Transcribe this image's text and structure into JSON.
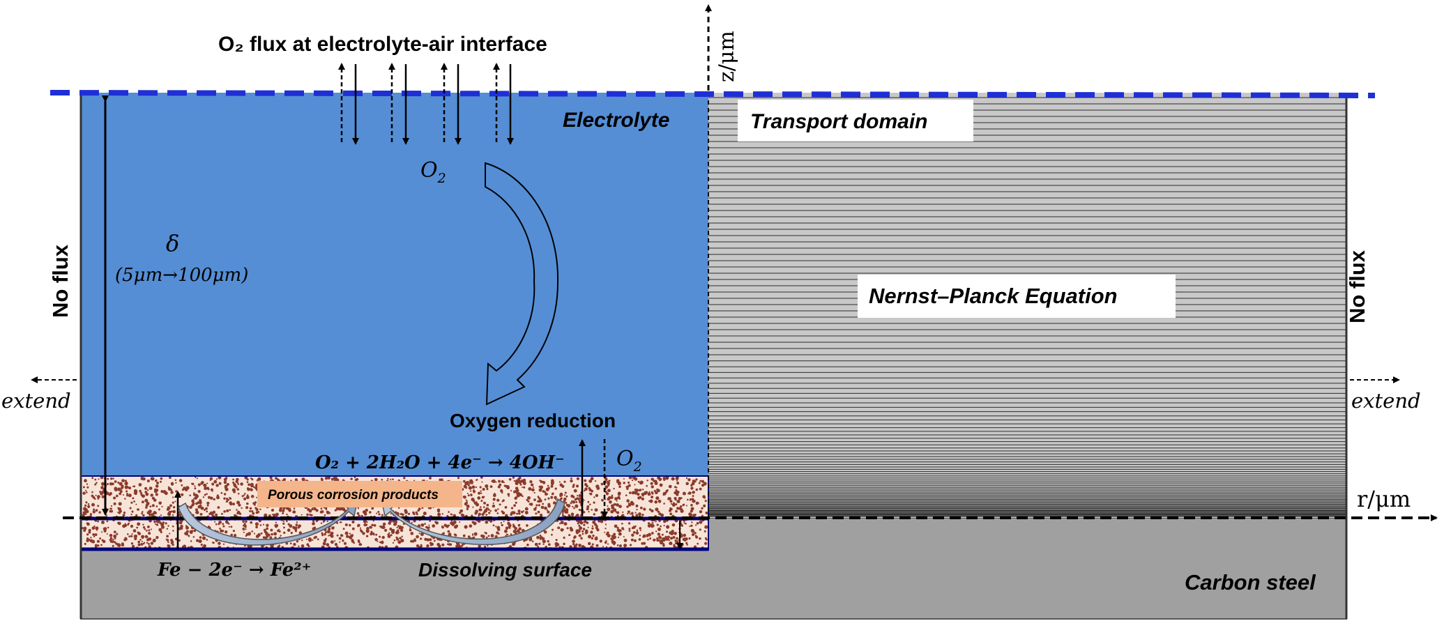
{
  "labels": {
    "flux_title": "O₂ flux at electrolyte-air interface",
    "electrolyte": "Electrolyte",
    "transport_domain": "Transport domain",
    "nernst_planck": "Nernst–Planck Equation",
    "no_flux_left": "No flux",
    "no_flux_right": "No flux",
    "extend_left": "extend",
    "extend_right": "extend",
    "delta_symbol": "δ",
    "delta_range": "(5μm→100μm)",
    "o2_top": "O",
    "o2_top_sub": "2",
    "oxygen_reduction": "Oxygen reduction",
    "o2_reaction": "O₂ + 2H₂O + 4e⁻ → 4OH⁻",
    "o2_right": "O",
    "o2_right_sub": "2",
    "porous_products": "Porous corrosion products",
    "fe_reaction": "Fe − 2e⁻ → Fe²⁺",
    "dissolving_surface": "Dissolving surface",
    "carbon_steel": "Carbon steel",
    "z_axis": "z/μm",
    "r_axis": "r/μm"
  },
  "colors": {
    "electrolyte": "#558ed5",
    "boundary_dash": "#1f2fd6",
    "porous_fill": "#f7e4d8",
    "porous_dots": "#8b3a2b",
    "porous_label_bg": "#f5b58a",
    "steel": "#a0a0a0",
    "mesh_line": "#2b2b2b",
    "mesh_bg": "#c8c8c8",
    "surface_line": "#00007a"
  }
}
